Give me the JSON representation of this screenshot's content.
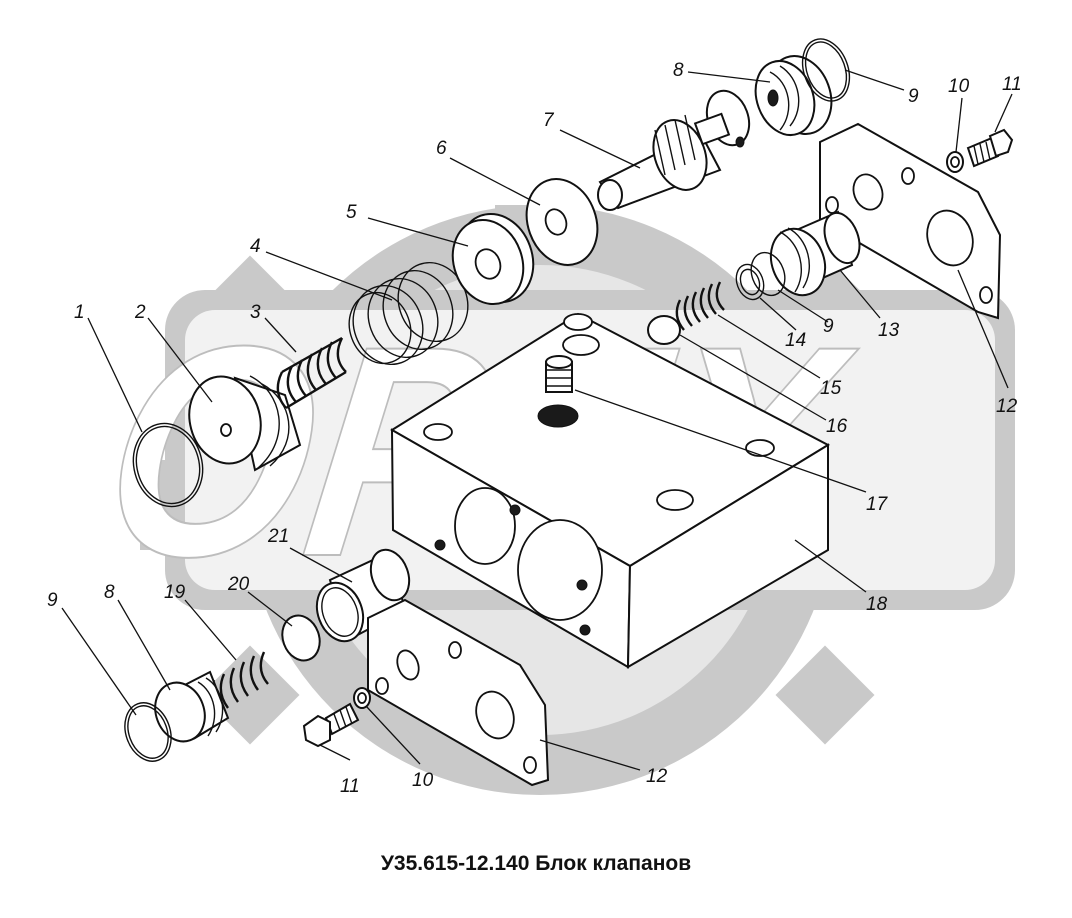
{
  "title": "У35.615-12.140 Блок клапанов",
  "watermark": "OPEX",
  "callouts": [
    {
      "id": "c1",
      "text": "1"
    },
    {
      "id": "c2",
      "text": "2"
    },
    {
      "id": "c3",
      "text": "3"
    },
    {
      "id": "c4",
      "text": "4"
    },
    {
      "id": "c5",
      "text": "5"
    },
    {
      "id": "c6",
      "text": "6"
    },
    {
      "id": "c7",
      "text": "7"
    },
    {
      "id": "c8a",
      "text": "8"
    },
    {
      "id": "c9a",
      "text": "9"
    },
    {
      "id": "c10a",
      "text": "10"
    },
    {
      "id": "c11a",
      "text": "11"
    },
    {
      "id": "c12a",
      "text": "12"
    },
    {
      "id": "c13",
      "text": "13"
    },
    {
      "id": "c9b",
      "text": "9"
    },
    {
      "id": "c14",
      "text": "14"
    },
    {
      "id": "c15",
      "text": "15"
    },
    {
      "id": "c16",
      "text": "16"
    },
    {
      "id": "c17",
      "text": "17"
    },
    {
      "id": "c18",
      "text": "18"
    },
    {
      "id": "c21",
      "text": "21"
    },
    {
      "id": "c20",
      "text": "20"
    },
    {
      "id": "c19",
      "text": "19"
    },
    {
      "id": "c8b",
      "text": "8"
    },
    {
      "id": "c9c",
      "text": "9"
    },
    {
      "id": "c11b",
      "text": "11"
    },
    {
      "id": "c10b",
      "text": "10"
    },
    {
      "id": "c12b",
      "text": "12"
    }
  ]
}
